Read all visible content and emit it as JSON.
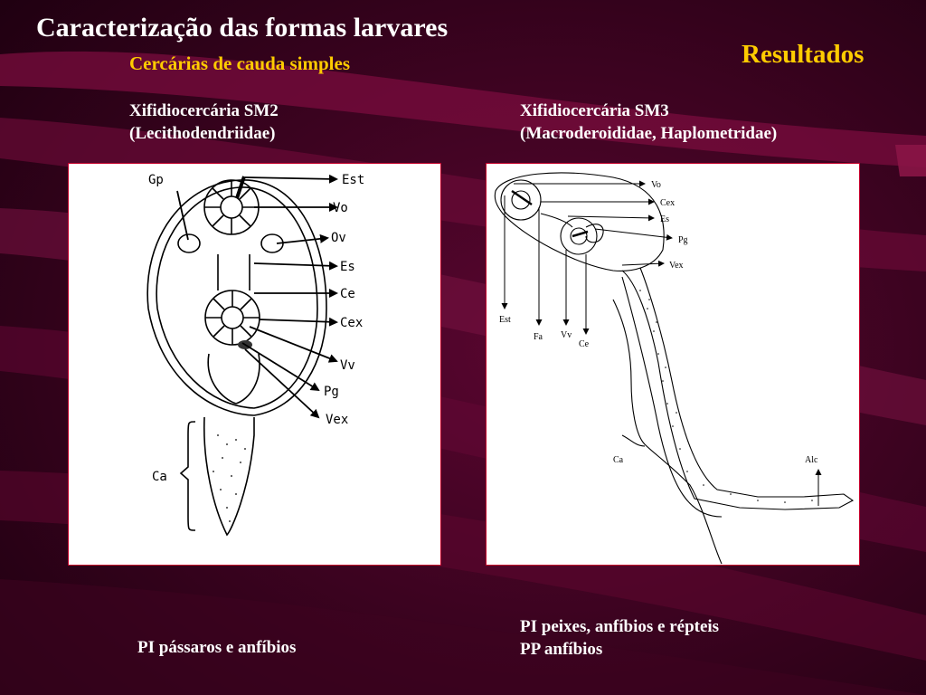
{
  "slide": {
    "title": "Caracterização das formas larvares",
    "section": "Resultados",
    "subtitle": "Cercárias de cauda simples"
  },
  "left": {
    "caption_line1": "Xifidiocercária SM2",
    "caption_line2": "(Lecithodendriidae)",
    "labels": {
      "gp": "Gp",
      "est": "Est",
      "vo": "Vo",
      "ov": "Ov",
      "es": "Es",
      "ce": "Ce",
      "cex": "Cex",
      "vv": "Vv",
      "pg": "Pg",
      "vex": "Vex",
      "ca": "Ca"
    },
    "host": "PI pássaros e anfíbios"
  },
  "right": {
    "caption_line1": "Xifidiocercária SM3",
    "caption_line2": "(Macroderoididae, Haplometridae)",
    "labels": {
      "vo": "Vo",
      "cex": "Cex",
      "es": "Es",
      "pg": "Pg",
      "vex": "Vex",
      "est": "Est",
      "fa": "Fa",
      "vv": "Vv",
      "ce": "Ce",
      "ca": "Ca",
      "alc": "Alc"
    },
    "host_line1": "PI peixes, anfíbios e répteis",
    "host_line2": "PP anfíbios"
  },
  "colors": {
    "background": "#2a0018",
    "accent": "#ffcc00",
    "panel_border": "#c4002a"
  }
}
